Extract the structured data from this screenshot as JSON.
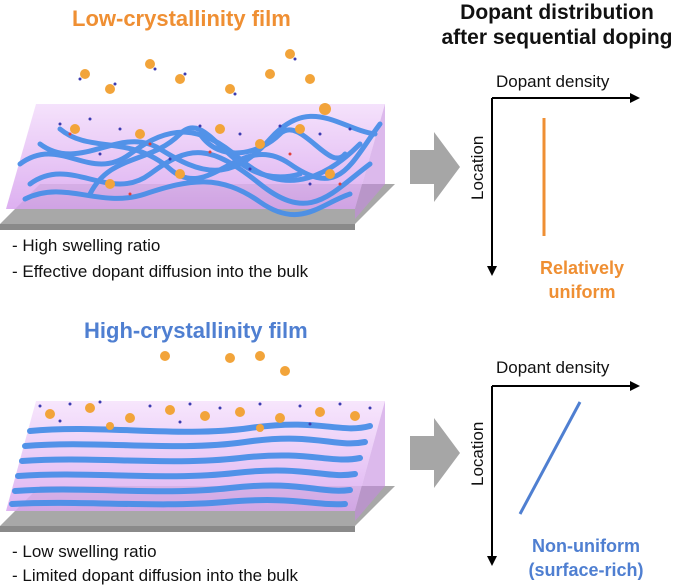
{
  "top_panel": {
    "title": "Low-crystallinity film",
    "bullets": [
      "- High swelling ratio",
      "- Effective dopant diffusion into the bulk"
    ]
  },
  "bottom_panel": {
    "title": "High-crystallinity film",
    "bullets": [
      "- Low swelling ratio",
      "- Limited dopant diffusion into the bulk"
    ]
  },
  "right": {
    "title_line1": "Dopant distribution",
    "title_line2": "after sequential doping",
    "top_plot": {
      "x_label": "Dopant density",
      "y_label": "Location",
      "note_line1": "Relatively",
      "note_line2": "uniform",
      "line_color": "#ef8f33"
    },
    "bottom_plot": {
      "x_label": "Dopant density",
      "y_label": "Location",
      "note_line1": "Non-uniform",
      "note_line2": "(surface-rich)",
      "line_color": "#4f7fd1"
    }
  },
  "colors": {
    "orange": "#ef8f33",
    "blue": "#4f7fd1",
    "film": "#d9a6f0",
    "substrate": "#9e9e9e",
    "arrow": "#a6a6a6"
  }
}
